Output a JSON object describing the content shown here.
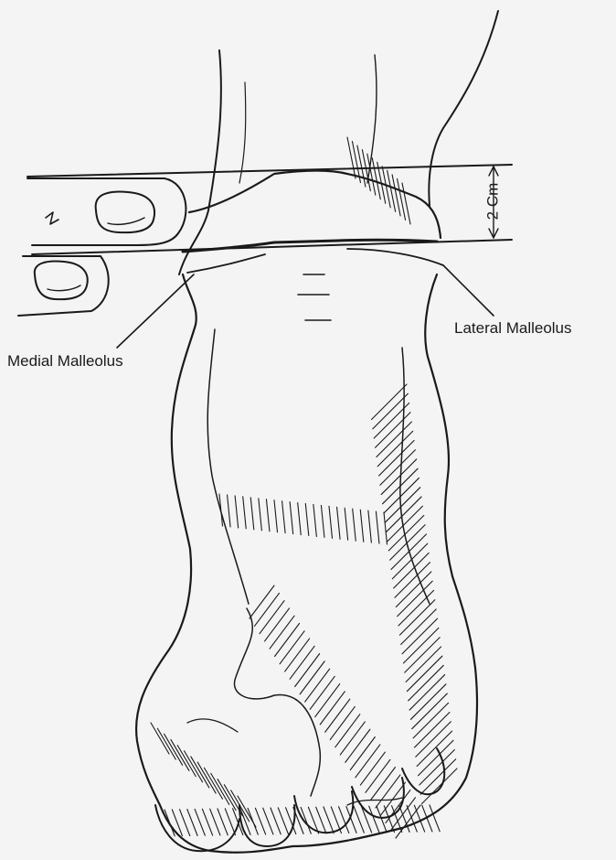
{
  "labels": {
    "medial_malleolus": "Medial Malleolus",
    "lateral_malleolus": "Lateral Malleolus",
    "dimension": "2 Cm"
  },
  "colors": {
    "ink": "#1a1a1a",
    "paper": "#f4f4f4"
  }
}
